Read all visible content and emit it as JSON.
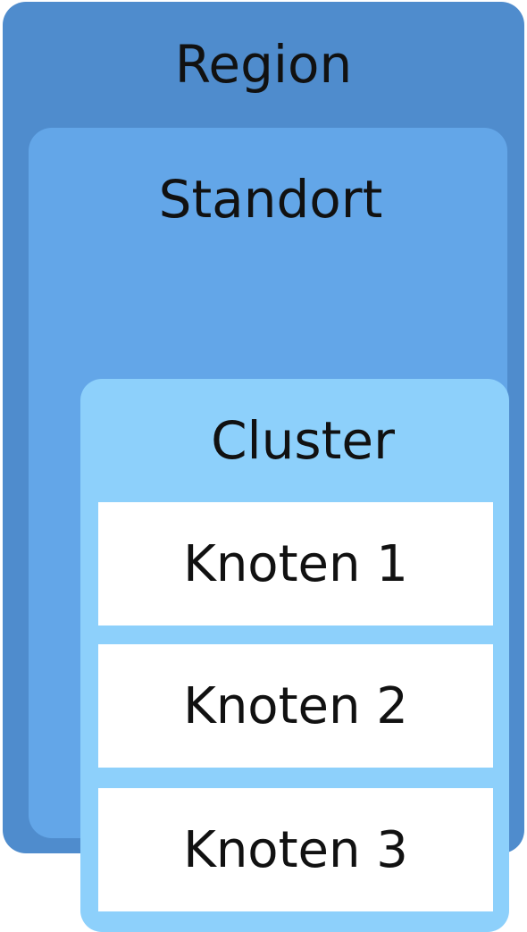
{
  "diagram": {
    "region": {
      "label": "Region",
      "color": "#4f8ccd"
    },
    "location": {
      "label": "Standort",
      "color": "#63a6e8"
    },
    "cluster": {
      "label": "Cluster",
      "color": "#8dd0fb"
    },
    "nodes": [
      {
        "label": "Knoten 1",
        "color": "#ffffff"
      },
      {
        "label": "Knoten 2",
        "color": "#ffffff"
      },
      {
        "label": "Knoten 3",
        "color": "#ffffff"
      }
    ]
  }
}
